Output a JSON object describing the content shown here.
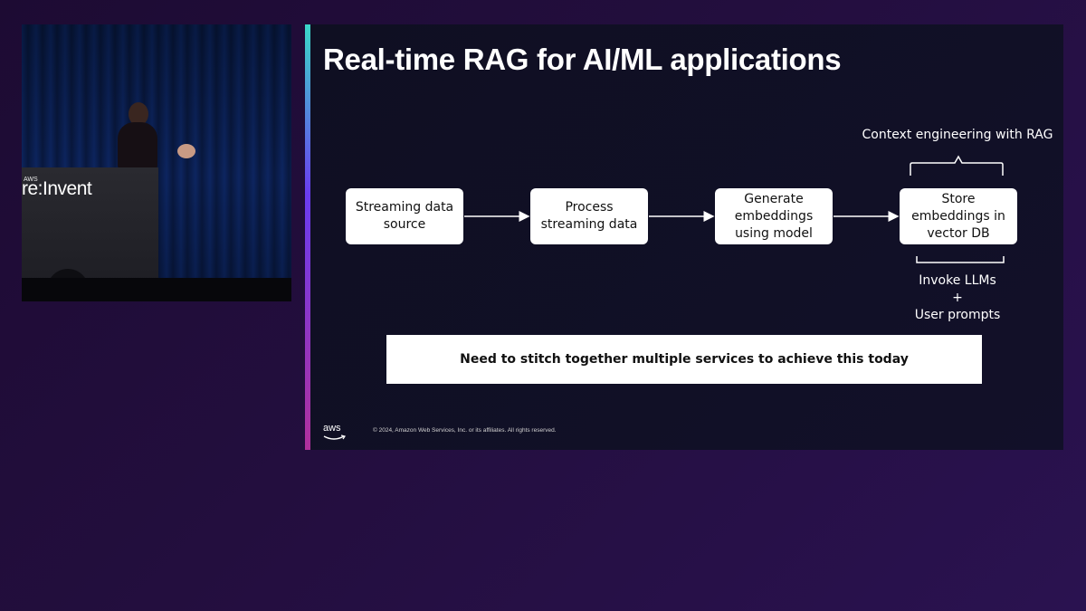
{
  "camera": {
    "podium_brand_small": "AWS",
    "podium_brand": "re:Invent"
  },
  "slide": {
    "title": "Real-time RAG for AI/ML applications",
    "context_caption": "Context engineering with RAG",
    "steps": [
      {
        "label": "Streaming data\nsource"
      },
      {
        "label": "Process\nstreaming data"
      },
      {
        "label": "Generate\nembeddings\nusing model"
      },
      {
        "label": "Store\nembeddings in\nvector DB"
      }
    ],
    "invoke_lines": [
      "Invoke LLMs",
      "+",
      "User prompts"
    ],
    "callout": "Need to stitch together multiple services to achieve this today",
    "footer_logo": "aws",
    "copyright": "© 2024, Amazon Web Services, Inc. or its affiliates. All rights reserved."
  },
  "colors": {
    "background": "#230e3e",
    "slide_background": "#0f0f22",
    "node_fill": "#ffffff",
    "accent_top": "#3ad8c8",
    "accent_bottom": "#b0309c"
  }
}
